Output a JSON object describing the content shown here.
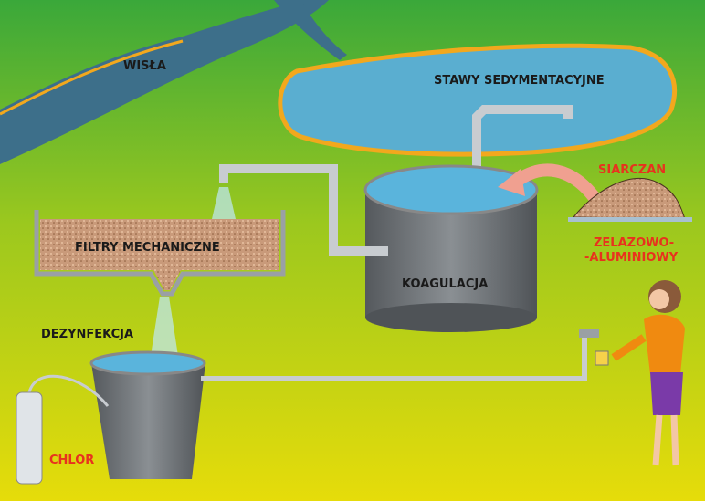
{
  "title": "Water treatment process",
  "labels": {
    "river": "WISŁA",
    "ponds": "STAWY SEDYMENTACYJNE",
    "sulfate_line1": "SIARCZAN",
    "sulfate_line2": "ZELAZOWO-",
    "sulfate_line3": "-ALUMINIOWY",
    "filters": "FILTRY MECHANICZNE",
    "coagulation": "KOAGULACJA",
    "disinfection": "DEZYNFEKCJA",
    "chlorine": "CHLOR"
  },
  "colors": {
    "water": "#4aa3c8",
    "river": "#3d6f8a",
    "pipe": "#c8ccd0",
    "tank": "#6f7478",
    "label_red": "#e8321e",
    "shore": "#f2a81d"
  }
}
